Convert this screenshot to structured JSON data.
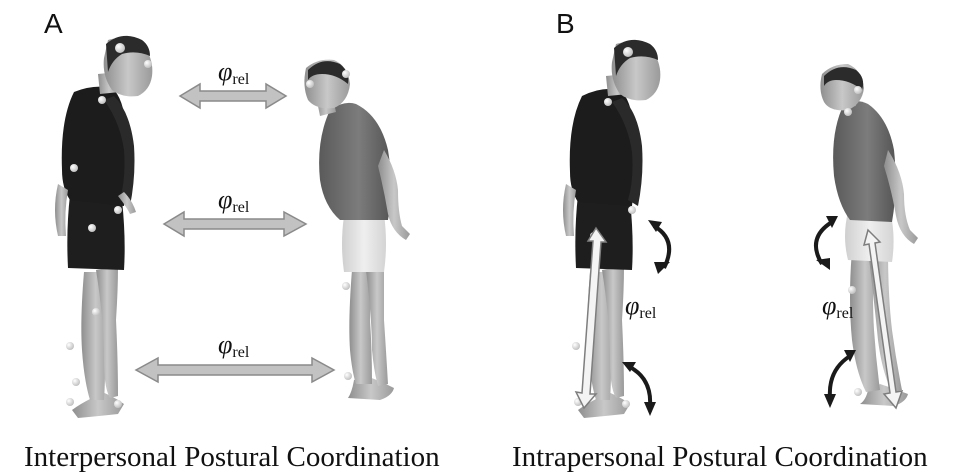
{
  "panels": {
    "a": {
      "letter": "A",
      "caption": "Interpersonal Postural Coordination",
      "labels": [
        {
          "symbol": "φ",
          "subscript": "rel"
        },
        {
          "symbol": "φ",
          "subscript": "rel"
        },
        {
          "symbol": "φ",
          "subscript": "rel"
        }
      ]
    },
    "b": {
      "letter": "B",
      "caption": "Intrapersonal Postural Coordination",
      "labels": [
        {
          "symbol": "φ",
          "subscript": "rel"
        },
        {
          "symbol": "φ",
          "subscript": "rel"
        }
      ]
    }
  },
  "colors": {
    "dark_shirt": "#1c1c1c",
    "grey_shirt": "#6e6e6e",
    "shorts_light": "#e6e6e6",
    "skin": "#b8b8b8",
    "arrow_fill": "#c2c2c2",
    "arrow_stroke": "#8a8a8a",
    "marker": "#f4f4f4"
  }
}
